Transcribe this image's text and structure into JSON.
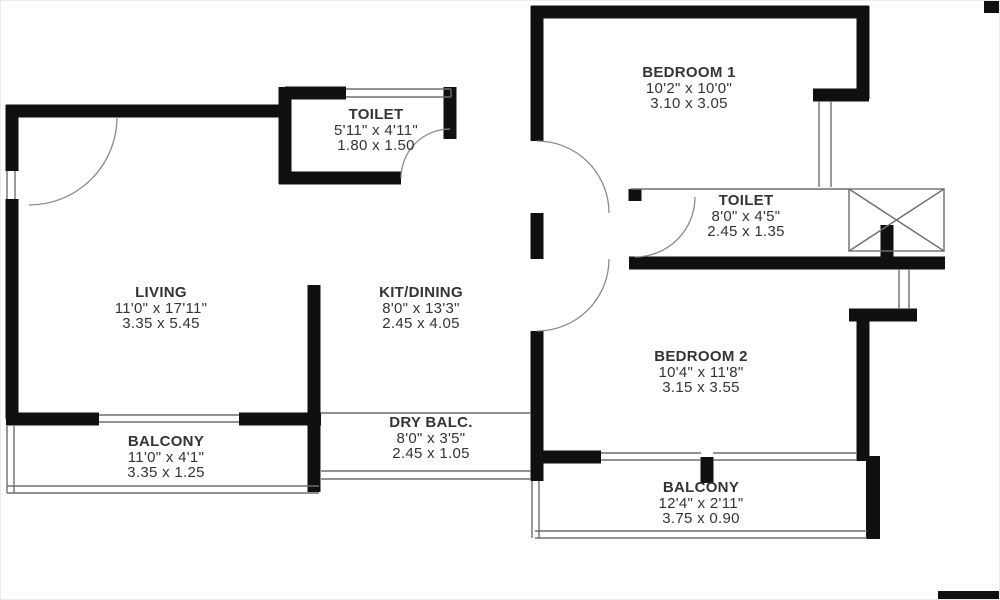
{
  "page": {
    "title": "2BHK Apartment Floor Plan",
    "background": "#ffffff",
    "wall_color": "#101010",
    "line_color": "#6e6e6e",
    "arc_color": "#8a8a8a",
    "text_color": "#343434"
  },
  "floor_plan": {
    "units": "feet-inches and meters",
    "rooms": [
      {
        "id": "toilet-1",
        "name": "TOILET",
        "imperial": "5'11\" x 4'11\"",
        "metric": "1.80 x 1.50"
      },
      {
        "id": "bedroom-1",
        "name": "BEDROOM 1",
        "imperial": "10'2\" x 10'0\"",
        "metric": "3.10 x 3.05"
      },
      {
        "id": "toilet-2",
        "name": "TOILET",
        "imperial": "8'0\" x 4'5\"",
        "metric": "2.45 x 1.35"
      },
      {
        "id": "living",
        "name": "LIVING",
        "imperial": "11'0\" x 17'11\"",
        "metric": "3.35 x 5.45"
      },
      {
        "id": "kit-dining",
        "name": "KIT/DINING",
        "imperial": "8'0\" x 13'3\"",
        "metric": "2.45 x 4.05"
      },
      {
        "id": "bedroom-2",
        "name": "BEDROOM 2",
        "imperial": "10'4\" x 11'8\"",
        "metric": "3.15 x 3.55"
      },
      {
        "id": "dry-balc",
        "name": "DRY BALC.",
        "imperial": "8'0\" x 3'5\"",
        "metric": "2.45 x 1.05"
      },
      {
        "id": "balcony-1",
        "name": "BALCONY",
        "imperial": "11'0\" x 4'1\"",
        "metric": "3.35 x 1.25"
      },
      {
        "id": "balcony-2",
        "name": "BALCONY",
        "imperial": "12'4\" x 2'11\"",
        "metric": "3.75 x 0.90"
      }
    ]
  }
}
